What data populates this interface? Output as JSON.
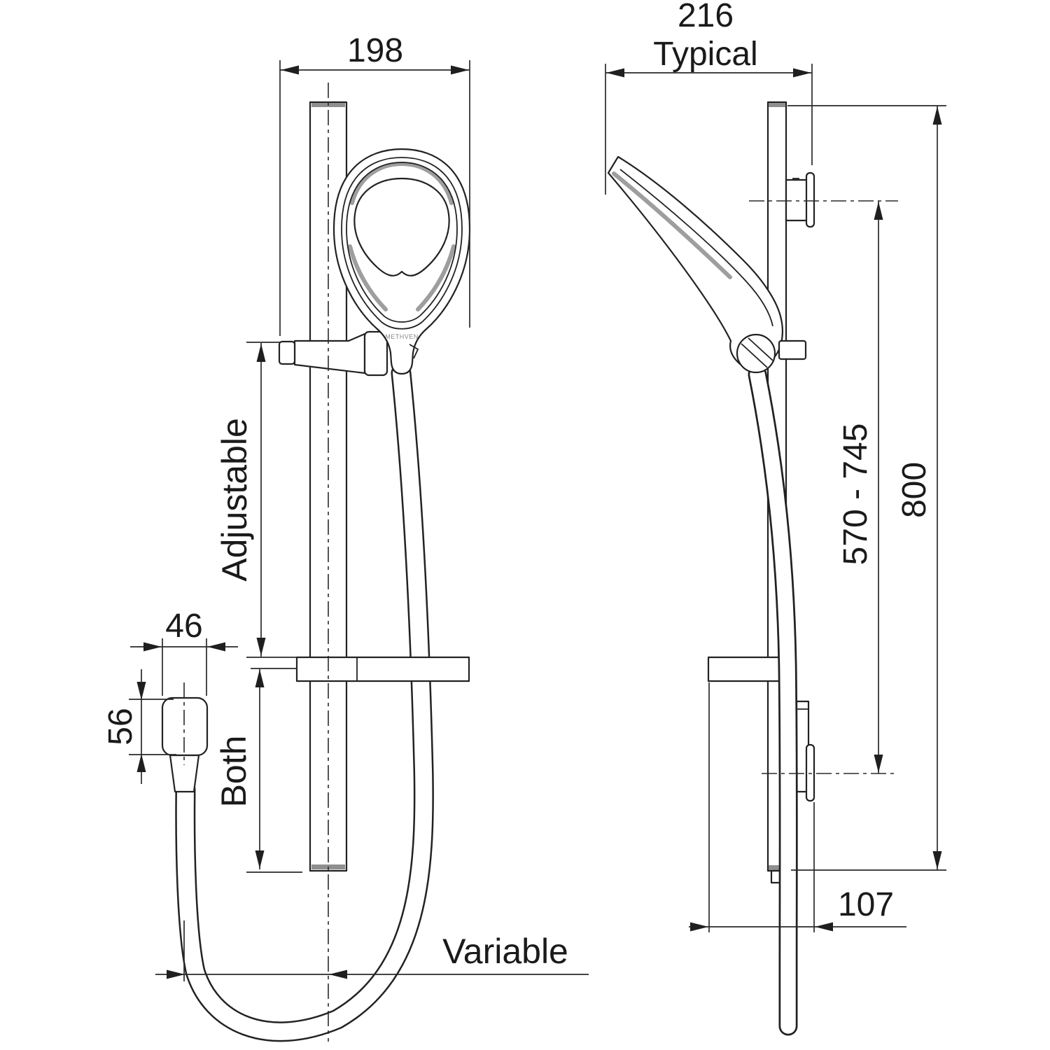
{
  "labels": {
    "brand": "METHVEN"
  },
  "dimensions": {
    "front_overall_width": "198",
    "side_overall_depth": "216",
    "side_overall_depth_qualifier": "Typical",
    "slider_range_label": "Adjustable",
    "wall_outlet_width": "46",
    "wall_outlet_height": "56",
    "lower_range_label": "Both",
    "hose_reach_label": "Variable",
    "bracket_centres_range": "570 - 745",
    "rail_length": "800",
    "projection_from_wall": "107"
  }
}
